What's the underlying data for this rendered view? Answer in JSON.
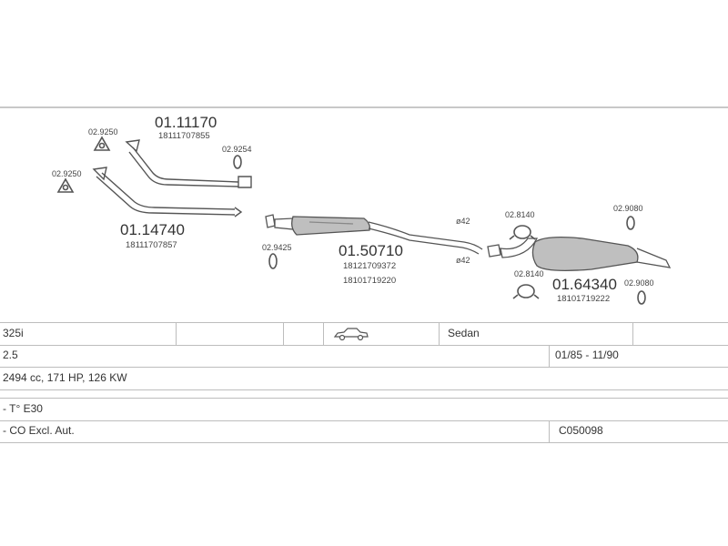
{
  "parts": {
    "front_pipe_upper": {
      "number": "01.11170",
      "oe": "18111707855"
    },
    "front_pipe_lower": {
      "number": "01.14740",
      "oe": "18111707857"
    },
    "center_silencer": {
      "number": "01.50710",
      "oe": [
        "18121709372",
        "18101719220"
      ]
    },
    "rear_silencer": {
      "number": "01.64340",
      "oe": "18101719222"
    },
    "gasket_upper": "02.9250",
    "gasket_lower": "02.9250",
    "gasket_small": "02.9254",
    "mount_center": "02.9425",
    "clamp_upper": "02.8140",
    "clamp_lower": "02.8140",
    "hanger_upper": "02.9080",
    "hanger_lower": "02.9080",
    "diameter_upper": "ø42",
    "diameter_lower": "ø42"
  },
  "table": {
    "row1": {
      "model": "325i",
      "body": "Sedan"
    },
    "row2": {
      "engine": "2.5",
      "years": "01/85 - 11/90"
    },
    "row3": {
      "specs": "2494 cc, 171 HP, 126 KW"
    },
    "row4": {
      "type": "- T° E30"
    },
    "row5": {
      "note": "- CO Excl. Aut.",
      "code": "C050098"
    }
  },
  "icons": {
    "vehicle": "sedan-car-icon"
  },
  "colors": {
    "line": "#555555",
    "rule": "#bdbdbd",
    "text": "#333333",
    "part_fill": "#bfbfbf"
  }
}
